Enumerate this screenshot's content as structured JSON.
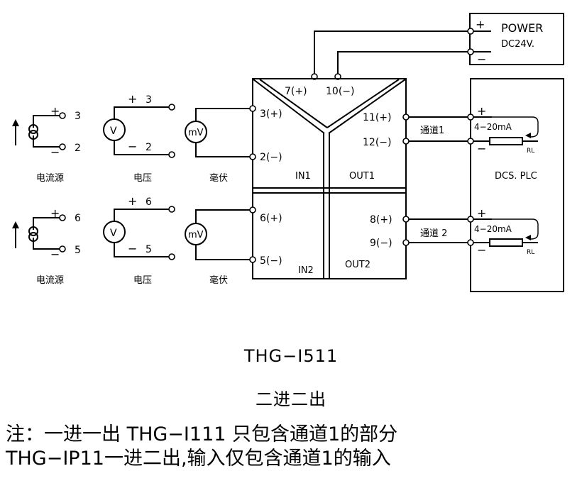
{
  "power": {
    "plus": "+",
    "minus": "−",
    "title": "POWER",
    "voltage": "DC24V."
  },
  "terminals": {
    "t7": "7(+)",
    "t10": "10(−)",
    "t3": "3(+)",
    "t2": "2(−)",
    "t6": "6(+)",
    "t5": "5(−)",
    "t11": "11(+)",
    "t12": "12(−)",
    "t8": "8(+)",
    "t9": "9(−)"
  },
  "module": {
    "in1": "IN1",
    "out1": "OUT1",
    "in2": "IN2",
    "out2": "OUT2"
  },
  "channels": {
    "ch1": "通道1",
    "ch2": "通道 2"
  },
  "dcs": {
    "title": "DCS. PLC",
    "plus": "+",
    "minus": "−",
    "current": "4−20mA",
    "rl": "RL"
  },
  "sources": {
    "plus": "+",
    "minus": "−",
    "current_label": "电流源",
    "voltage_label": "电压",
    "mv_label": "毫伏",
    "v_symbol": "V",
    "mv_symbol": "mV",
    "row1": {
      "cur_top": "3",
      "cur_bottom": "2",
      "volt_top": "3",
      "volt_bottom": "2"
    },
    "row2": {
      "cur_top": "6",
      "cur_bottom": "5",
      "volt_top": "6",
      "volt_bottom": "5"
    }
  },
  "captions": {
    "model": "THG−I511",
    "mode": "二进二出",
    "note1": "注：一进一出 THG−I111 只包含通道1的部分",
    "note2": "THG−IP11一进二出,输入仅包含通道1的输入"
  }
}
